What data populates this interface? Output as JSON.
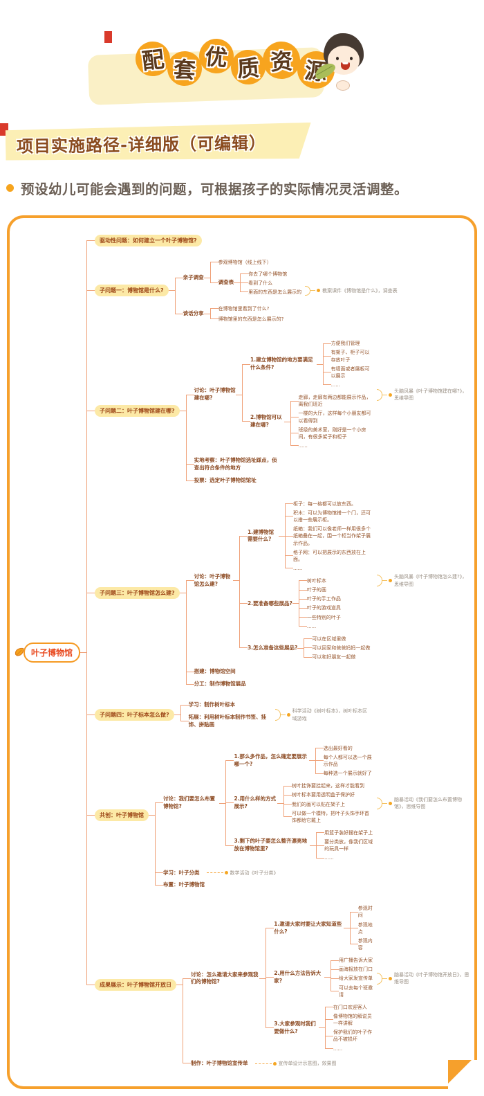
{
  "colors": {
    "accent_orange": "#F6A02C",
    "circle_orange": "#F7A41E",
    "banner_yellow": "#FAF0C6",
    "section_banner_yellow": "#FCEFB5",
    "title_brown": "#5B3A1D",
    "red_accent": "#D93A2B",
    "tree_line": "#EFA077",
    "bracket_gold": "#F5C15E",
    "root_text_red": "#E8491F",
    "pill_bg": "#FCE9A6",
    "node_text_brown": "#8C4A22",
    "resource_gray": "#9A9085",
    "mascot_leaf_green": "#A9BD59"
  },
  "header": {
    "title": "配套优质资源",
    "mascot": "boy-with-leaf"
  },
  "section_banner": {
    "label": "项目实施路径-详细版（可编辑）"
  },
  "intro": {
    "text": "预设幼儿可能会遇到的问题，可根据孩子的实际情况灵活调整。"
  },
  "mindmap": {
    "root": {
      "k": "root",
      "t": "叶子博物馆",
      "c": [
        {
          "k": "pill",
          "t": "驱动性问题：如何建立一个叶子博物馆?"
        },
        {
          "k": "pill",
          "t": "子问题一：博物馆是什么?",
          "res": {
            "kind": "bracket",
            "t": "教案课件《博物馆是什么》，调查表"
          },
          "c": [
            {
              "k": "label",
              "t": "亲子调查",
              "c": [
                {
                  "k": "leaf",
                  "t": "参观博物馆（线上线下）"
                },
                {
                  "k": "label",
                  "t": "调查表",
                  "c": [
                    {
                      "k": "leaf",
                      "t": "你去了哪个博物馆"
                    },
                    {
                      "k": "leaf",
                      "t": "看到了什么"
                    },
                    {
                      "k": "leaf",
                      "t": "里面的东西是怎么展示的"
                    }
                  ]
                }
              ]
            },
            {
              "k": "label",
              "t": "谈话分享",
              "c": [
                {
                  "k": "leaf",
                  "t": "在博物馆里看到了什么?"
                },
                {
                  "k": "leaf",
                  "t": "博物馆里的东西是怎么展示的?"
                }
              ]
            }
          ]
        },
        {
          "k": "pill",
          "t": "子问题二：叶子博物馆建在哪?",
          "c": [
            {
              "k": "label",
              "t": "讨论：叶子博物馆建在哪?",
              "res": {
                "kind": "bracket",
                "t": "头脑风暴《叶子博物馆建在哪?》，思维导图"
              },
              "c": [
                {
                  "k": "label",
                  "t": "1.建立博物馆的地方要满足什么条件?",
                  "c": [
                    {
                      "k": "leaf",
                      "t": "方便我们管理"
                    },
                    {
                      "k": "leaf",
                      "t": "有架子、柜子可以存放叶子"
                    },
                    {
                      "k": "leaf",
                      "t": "有墙面或者展板可以展示"
                    },
                    {
                      "k": "leaf",
                      "t": "......"
                    }
                  ]
                },
                {
                  "k": "label",
                  "t": "2.博物馆可以建在哪?",
                  "c": [
                    {
                      "k": "leaf",
                      "t": "走廊，走廊有两边都能展示作品，离我们班近"
                    },
                    {
                      "k": "leaf",
                      "t": "一楼的大厅，这样每个小朋友都可以看得到"
                    },
                    {
                      "k": "leaf",
                      "t": "班级的美术室，刚好是一个小房间，有很多架子和柜子"
                    },
                    {
                      "k": "leaf",
                      "t": "......"
                    }
                  ]
                }
              ]
            },
            {
              "k": "label",
              "t": "实地考察：叶子博物馆选址踩点，侦查出符合条件的地方"
            },
            {
              "k": "label",
              "t": "投票：选定叶子博物馆馆址"
            }
          ]
        },
        {
          "k": "pill",
          "t": "子问题三：叶子博物馆怎么建?",
          "c": [
            {
              "k": "label",
              "t": "讨论：叶子博物馆怎么建?",
              "res": {
                "kind": "bracket",
                "t": "头脑风暴《叶子博物馆怎么建?》，思维导图"
              },
              "c": [
                {
                  "k": "label",
                  "t": "1.建博物馆需要什么?",
                  "c": [
                    {
                      "k": "leaf",
                      "t": "柜子：每一格都可以放东西。"
                    },
                    {
                      "k": "leaf",
                      "t": "积木：可以为博物馆搭一个门，还可以搭一些展示柜。"
                    },
                    {
                      "k": "leaf",
                      "t": "纸箱：我们可以像老师一样用很多个纸箱叠在一起，围一个柜当作架子展示作品。"
                    },
                    {
                      "k": "leaf",
                      "t": "格子网：可以把展示的东西放在上面。"
                    },
                    {
                      "k": "leaf",
                      "t": "......"
                    }
                  ]
                },
                {
                  "k": "label",
                  "t": "2.要准备哪些展品?",
                  "c": [
                    {
                      "k": "leaf",
                      "t": "树叶标本"
                    },
                    {
                      "k": "leaf",
                      "t": "叶子的画"
                    },
                    {
                      "k": "leaf",
                      "t": "叶子的手工作品"
                    },
                    {
                      "k": "leaf",
                      "t": "叶子的游戏道具"
                    },
                    {
                      "k": "leaf",
                      "t": "一些特别的叶子"
                    },
                    {
                      "k": "leaf",
                      "t": "......"
                    }
                  ]
                },
                {
                  "k": "label",
                  "t": "3.怎么准备这些展品?",
                  "c": [
                    {
                      "k": "leaf",
                      "t": "可以在区域里做"
                    },
                    {
                      "k": "leaf",
                      "t": "可以回家和爸爸妈妈一起做"
                    },
                    {
                      "k": "leaf",
                      "t": "可以和好朋友一起做"
                    }
                  ]
                }
              ]
            },
            {
              "k": "label",
              "t": "搭建：博物馆空间"
            },
            {
              "k": "label",
              "t": "分工：制作博物馆展品"
            }
          ]
        },
        {
          "k": "pill",
          "t": "子问题四：叶子标本怎么做?",
          "res": {
            "kind": "bracket",
            "t": "科学活动《树叶标本》，树叶标本区域游戏"
          },
          "c": [
            {
              "k": "label",
              "t": "学习：制作树叶标本"
            },
            {
              "k": "label",
              "t": "拓展：利用树叶标本制作书签、挂饰、拼贴画"
            }
          ]
        },
        {
          "k": "pill",
          "t": "共创：叶子博物馆",
          "c": [
            {
              "k": "label",
              "t": "讨论：我们要怎么布置博物馆?",
              "res": {
                "kind": "bracket",
                "t": "脑暴活动《我们要怎么布置博物馆》，思维导图"
              },
              "c": [
                {
                  "k": "label",
                  "t": "1.那么多作品，怎么确定要展示哪一个?",
                  "c": [
                    {
                      "k": "leaf",
                      "t": "选出最好看的"
                    },
                    {
                      "k": "leaf",
                      "t": "每个人都可以选一个展示作品"
                    },
                    {
                      "k": "leaf",
                      "t": "每种选一个展示就好了"
                    }
                  ]
                },
                {
                  "k": "label",
                  "t": "2.用什么样的方式展示?",
                  "c": [
                    {
                      "k": "leaf",
                      "t": "树叶挂饰要挂起来，这样才能看到"
                    },
                    {
                      "k": "leaf",
                      "t": "树叶标本要用透明盒子保护好"
                    },
                    {
                      "k": "leaf",
                      "t": "我们的画可以贴在架子上"
                    },
                    {
                      "k": "leaf",
                      "t": "可以做一个模特，把叶子头饰手环首饰都给它戴上"
                    }
                  ]
                },
                {
                  "k": "label",
                  "t": "3.剩下的叶子要怎么整齐漂亮地放在博物馆里?",
                  "c": [
                    {
                      "k": "leaf",
                      "t": "用篮子装好摆在架子上"
                    },
                    {
                      "k": "leaf",
                      "t": "要分类放，像我们区域的玩具一样"
                    },
                    {
                      "k": "leaf",
                      "t": "......"
                    }
                  ]
                }
              ]
            },
            {
              "k": "label",
              "t": "学习：叶子分类",
              "res": {
                "kind": "dash",
                "t": "数学活动《叶子分类》"
              }
            },
            {
              "k": "label",
              "t": "布置：叶子博物馆"
            }
          ]
        },
        {
          "k": "pill",
          "t": "成果展示：叶子博物馆开放日",
          "c": [
            {
              "k": "label",
              "t": "讨论：怎么邀请大家来参观我们的博物馆?",
              "res": {
                "kind": "bracket",
                "t": "脑暴活动《叶子博物馆开放日》，思维导图"
              },
              "c": [
                {
                  "k": "label",
                  "t": "1.邀请大家时要让大家知道些什么?",
                  "c": [
                    {
                      "k": "leaf",
                      "t": "参观时间"
                    },
                    {
                      "k": "leaf",
                      "t": "参观地点"
                    },
                    {
                      "k": "leaf",
                      "t": "参观内容"
                    }
                  ]
                },
                {
                  "k": "label",
                  "t": "2.用什么方法告诉大家?",
                  "c": [
                    {
                      "k": "leaf",
                      "t": "用广播告诉大家"
                    },
                    {
                      "k": "leaf",
                      "t": "画海报放在门口"
                    },
                    {
                      "k": "leaf",
                      "t": "给大家发宣传单"
                    },
                    {
                      "k": "leaf",
                      "t": "可以去每个班邀请"
                    }
                  ]
                },
                {
                  "k": "label",
                  "t": "3.大家参观时我们要做什么?",
                  "c": [
                    {
                      "k": "leaf",
                      "t": "在门口欢迎客人"
                    },
                    {
                      "k": "leaf",
                      "t": "像博物馆的解说员一样讲解"
                    },
                    {
                      "k": "leaf",
                      "t": "保护我们的叶子作品不被损坏"
                    },
                    {
                      "k": "leaf",
                      "t": "......"
                    }
                  ]
                }
              ]
            },
            {
              "k": "label",
              "t": "制作：叶子博物馆宣传单",
              "res": {
                "kind": "dash",
                "t": "宣传单设计示意图，效果图"
              }
            }
          ]
        }
      ]
    }
  }
}
